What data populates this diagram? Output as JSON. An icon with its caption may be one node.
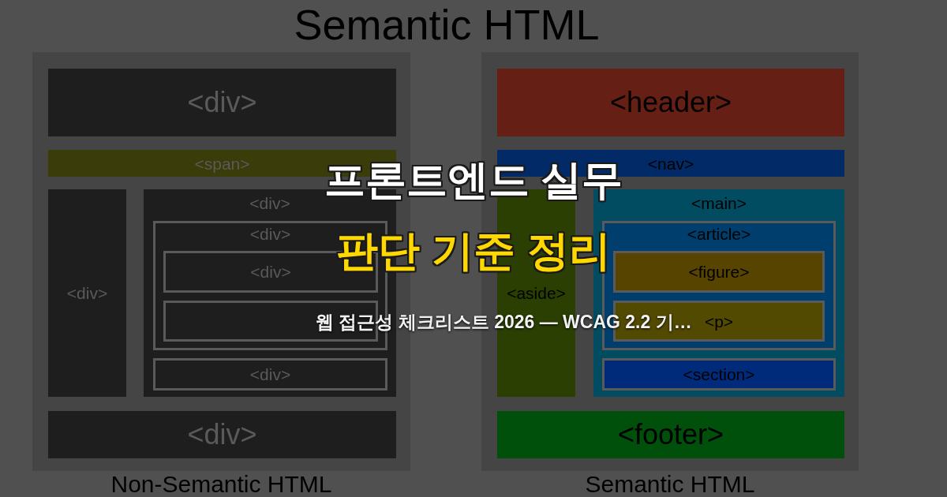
{
  "diagram": {
    "title": "Semantic HTML",
    "nodes": [
      {
        "text": [
          "Non-Semantic HTML"
        ]
      },
      {
        "text": [
          "<div>"
        ],
        "in": 0
      },
      {
        "text": [
          "<span>"
        ],
        "in": 0
      },
      {
        "text": [
          "<div>"
        ],
        "in": 0
      },
      {
        "text": [
          "<div>"
        ],
        "in": 0
      },
      {
        "text": [
          "<div>"
        ],
        "in": 4
      },
      {
        "text": [
          "<div>"
        ],
        "in": 5
      },
      {
        "text": [],
        "shape": "box",
        "in": 5
      },
      {
        "text": [
          "<div>"
        ],
        "in": 4
      },
      {
        "text": [
          "<div>"
        ],
        "in": 0
      },
      {
        "text": [
          "Semantic HTML"
        ]
      },
      {
        "text": [
          "<header>"
        ],
        "in": 10
      },
      {
        "text": [
          "<nav>"
        ],
        "in": 10
      },
      {
        "text": [
          "<aside>"
        ],
        "in": 10
      },
      {
        "text": [
          "<main>"
        ],
        "in": 10
      },
      {
        "text": [
          "<article>"
        ],
        "in": 14
      },
      {
        "text": [
          "<figure>"
        ],
        "in": 15
      },
      {
        "text": [
          "<p>"
        ],
        "in": 15
      },
      {
        "text": [
          "<section>"
        ],
        "in": 14
      },
      {
        "text": [
          "<footer>"
        ],
        "in": 10
      }
    ],
    "labels": [
      "프론트엔드 실무",
      "판단 기준 정리",
      "웹 접근성 체크리스트 2026 — WCAG 2.2 기…"
    ]
  }
}
